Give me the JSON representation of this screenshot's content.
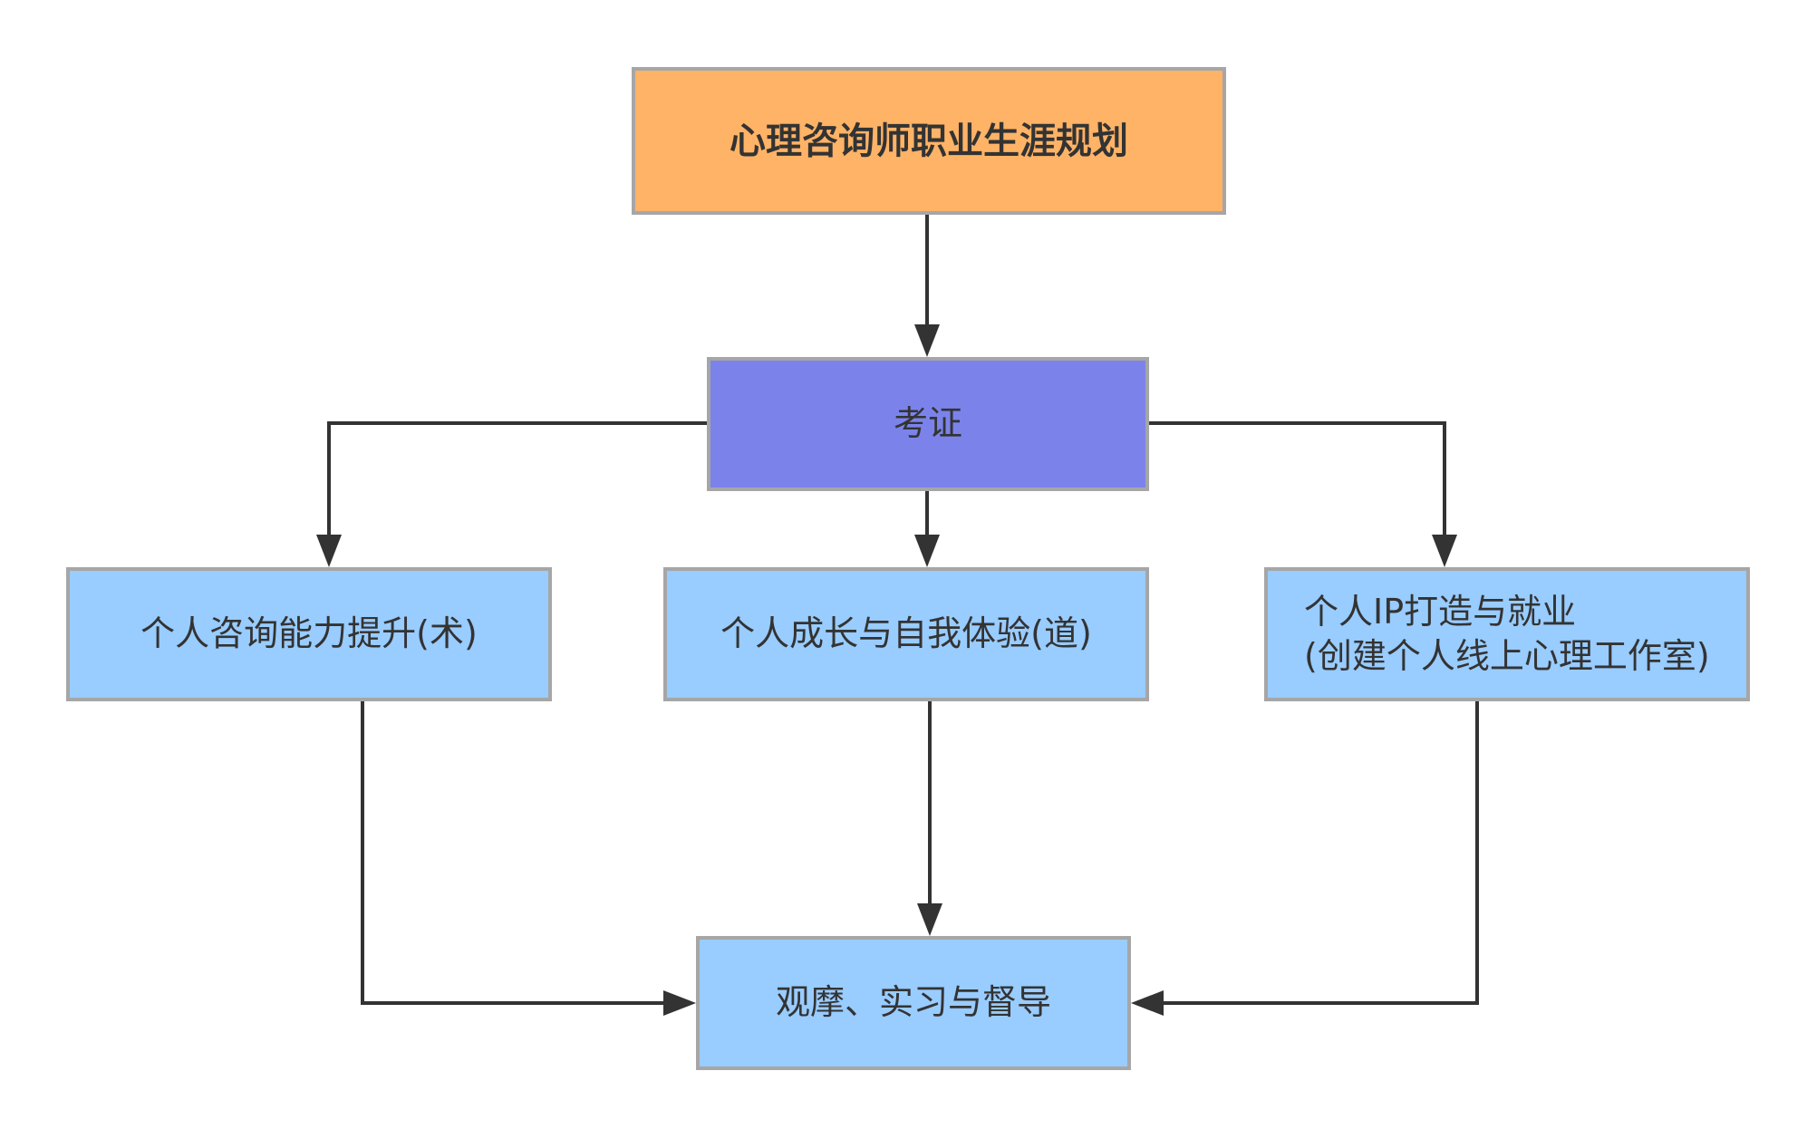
{
  "nodes": {
    "root": {
      "label": "心理咨询师职业生涯规划",
      "fill": "#ffb366"
    },
    "cert": {
      "label": "考证",
      "fill": "#7b83eb"
    },
    "skill": {
      "label": "个人咨询能力提升(术)",
      "fill": "#99ccff"
    },
    "growth": {
      "label": "个人成长与自我体验(道)",
      "fill": "#99ccff"
    },
    "ip": {
      "line1": "个人IP打造与就业",
      "line2": "(创建个人线上心理工作室)",
      "fill": "#99ccff"
    },
    "practice": {
      "label": "观摩、实习与督导",
      "fill": "#99ccff"
    }
  },
  "edges": [
    {
      "from": "root",
      "to": "cert"
    },
    {
      "from": "cert",
      "to": "skill"
    },
    {
      "from": "cert",
      "to": "growth"
    },
    {
      "from": "cert",
      "to": "ip"
    },
    {
      "from": "skill",
      "to": "practice"
    },
    {
      "from": "growth",
      "to": "practice"
    },
    {
      "from": "ip",
      "to": "practice"
    }
  ],
  "colors": {
    "border": "#a6a6a6",
    "connector": "#333333",
    "text": "#333333"
  }
}
